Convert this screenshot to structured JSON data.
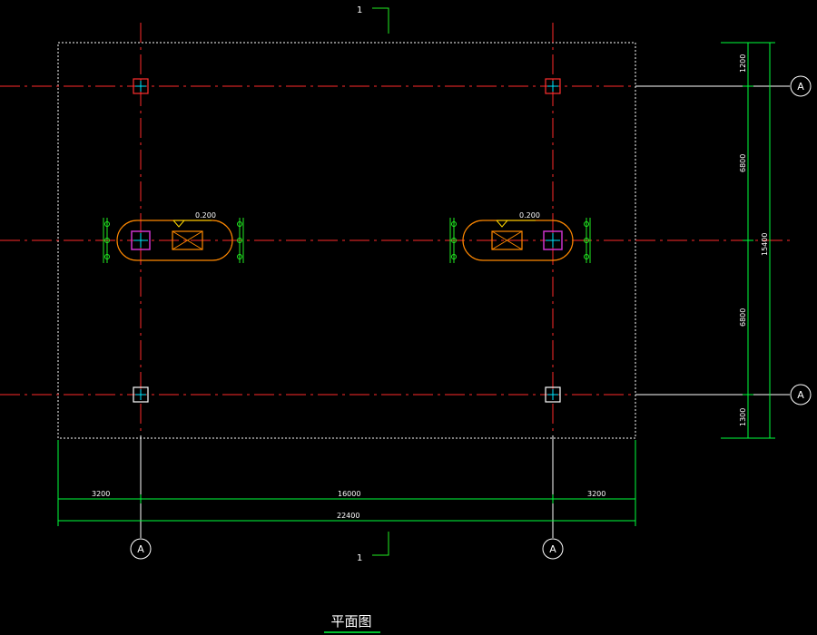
{
  "drawing": {
    "title": "平面图",
    "section_mark_top": "1",
    "section_mark_bottom": "1",
    "axis_labels": {
      "right_top": "A",
      "right_bottom": "A",
      "bottom_left": "A",
      "bottom_right": "A"
    },
    "elevations": {
      "left": "0.200",
      "right": "0.200"
    },
    "dimensions": {
      "bottom": {
        "left": "3200",
        "middle": "16000",
        "right": "3200",
        "total": "22400"
      },
      "right": {
        "top": "1200",
        "upper": "6800",
        "lower": "6800",
        "bottom": "1300",
        "total": "15400"
      }
    }
  },
  "colors": {
    "background": "#000000",
    "axis_line": "#ff2a2a",
    "dimension": "#00ff3c",
    "outline": "#ffffff",
    "pit": "#ff8800",
    "column": "#ff3030",
    "plate": "#cc33cc",
    "rail_marker": "#22ee22",
    "elev_marker": "#ffd800",
    "text": "#ffffff"
  }
}
